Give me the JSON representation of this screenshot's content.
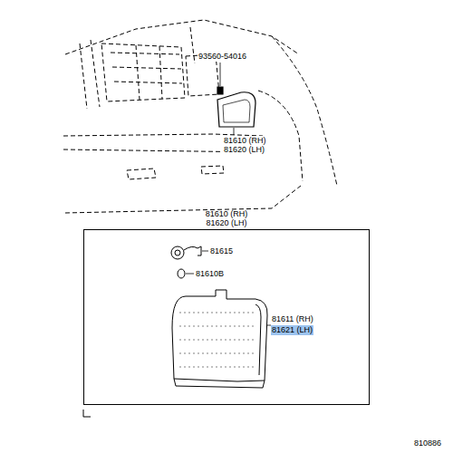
{
  "diagram": {
    "nodes": [
      {
        "text": [
          "81610 (RH)",
          "81620 (LH)"
        ]
      }
    ],
    "labels": [
      "93560-54016",
      "81610 (RH)",
      "81620 (LH)",
      "81615",
      "81610B",
      "81611 (RH)",
      "81621 (LH)",
      "810886"
    ]
  }
}
